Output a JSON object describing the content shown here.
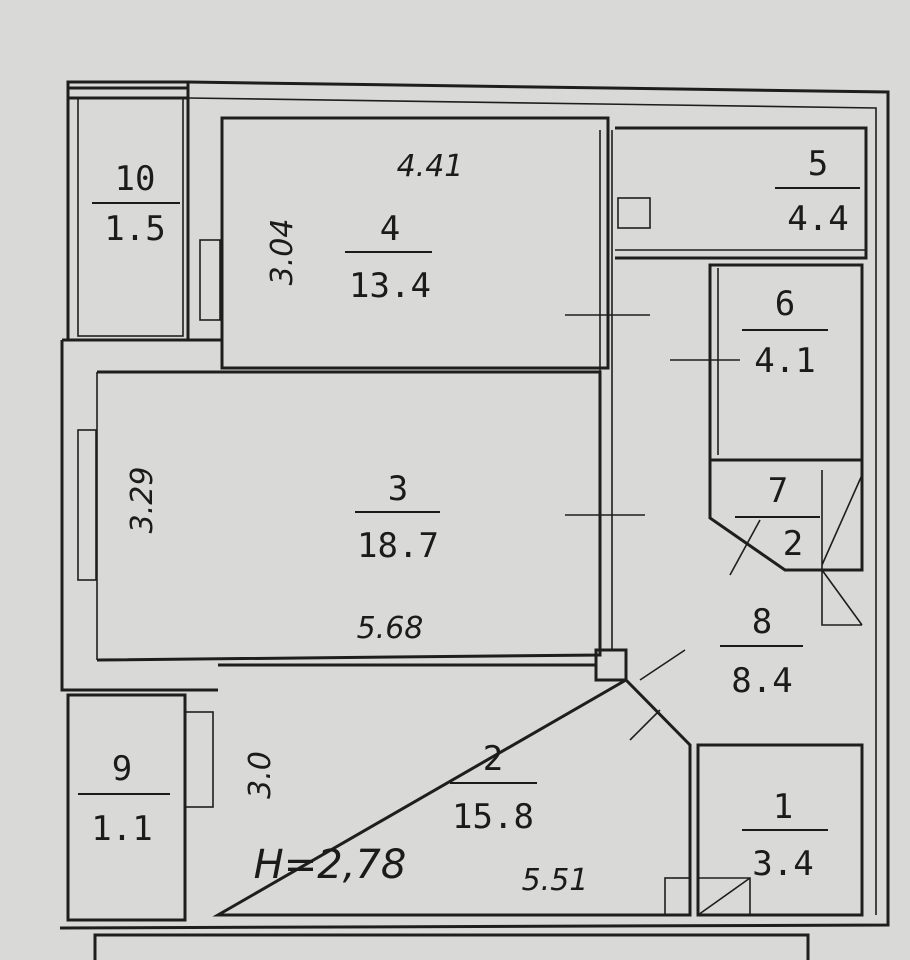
{
  "rooms": [
    {
      "number": "1",
      "area": "3.4"
    },
    {
      "number": "2",
      "area": "15.8"
    },
    {
      "number": "3",
      "area": "18.7"
    },
    {
      "number": "4",
      "area": "13.4"
    },
    {
      "number": "5",
      "area": "4.4"
    },
    {
      "number": "6",
      "area": "4.1"
    },
    {
      "number": "7",
      "area": "2"
    },
    {
      "number": "8",
      "area": "8.4"
    },
    {
      "number": "9",
      "area": "1.1"
    },
    {
      "number": "10",
      "area": "1.5"
    }
  ],
  "dimensions": {
    "room4_width": "4.41",
    "room4_depth": "3.04",
    "room3_depth": "3.29",
    "room3_width": "5.68",
    "room2_depth": "3.0",
    "room2_width": "5.51"
  },
  "ceiling_height": "H=2,78"
}
